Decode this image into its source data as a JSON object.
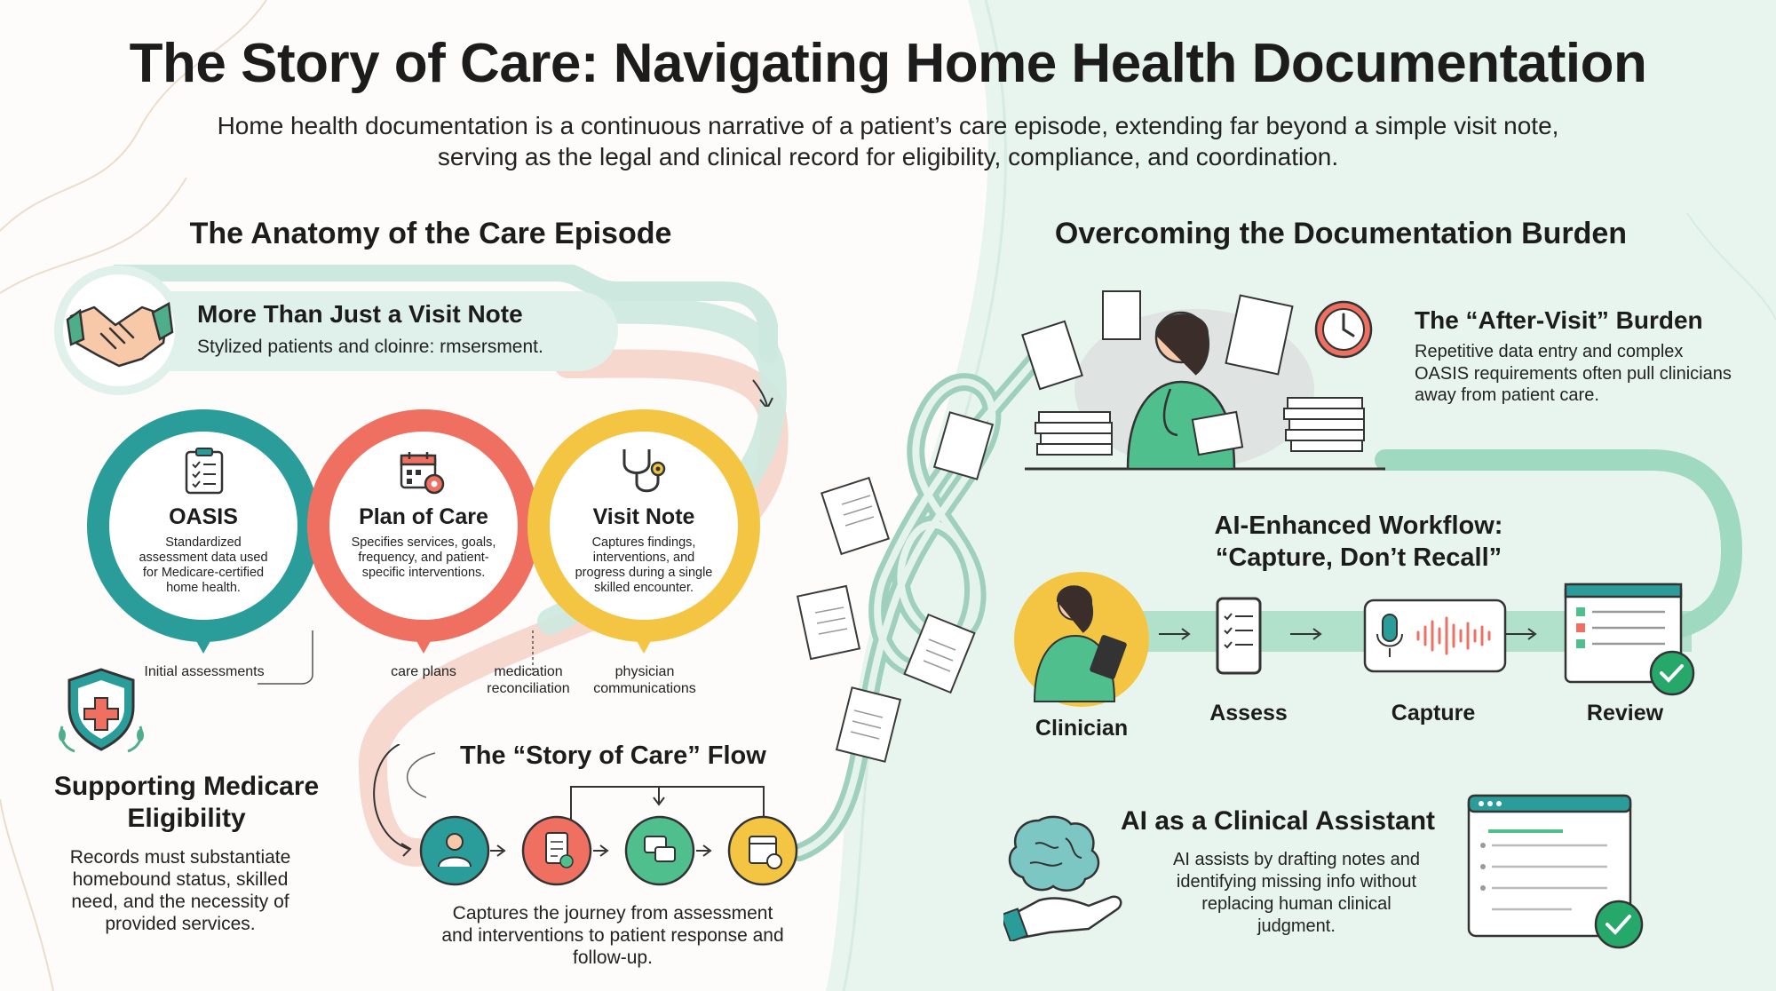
{
  "title": "The Story of Care: Navigating Home Health Documentation",
  "subtitle": "Home health documentation is a continuous narrative of a patient’s care episode, extending far beyond a simple visit note, serving as the legal and clinical record for eligibility, compliance, and coordination.",
  "left": {
    "heading": "The Anatomy of the Care Episode",
    "visit_card": {
      "title": "More Than Just a Visit Note",
      "text": "Stylized patients and cloinre: rmsersment."
    },
    "circles": [
      {
        "title": "OASIS",
        "text": "Standardized assessment data used for Medicare-certified home health.",
        "color": "#2a9d9b"
      },
      {
        "title": "Plan of Care",
        "text": "Specifies services, goals, frequency, and patient-specific interventions.",
        "color": "#ef7060"
      },
      {
        "title": "Visit Note",
        "text": "Captures findings, interventions, and progress during a single skilled encounter.",
        "color": "#f4c443"
      }
    ],
    "tags": [
      "Initial assessments",
      "care plans",
      "medication reconciliation",
      "physician communications"
    ],
    "medicare": {
      "title": "Supporting Medicare Eligibility",
      "text": "Records must substantiate homebound status, skilled need, and the necessity of provided services."
    },
    "flow": {
      "title": "The “Story of Care” Flow",
      "text": "Captures the journey from assessment and interventions to patient response and follow-up."
    }
  },
  "right": {
    "heading": "Overcoming the Documentation Burden",
    "burden": {
      "title": "The “After-Visit” Burden",
      "text": "Repetitive data entry and complex OASIS requirements often pull clinicians away from patient care."
    },
    "workflow": {
      "title": "AI-Enhanced Workflow: “Capture, Don’t Recall”",
      "steps": [
        "Clinician",
        "Assess",
        "Capture",
        "Review"
      ]
    },
    "assistant": {
      "title": "AI as a Clinical Assistant",
      "text": "AI assists by drafting notes and identifying missing info without replacing human clinical judgment."
    }
  },
  "colors": {
    "teal": "#2a9d9b",
    "coral": "#ef7060",
    "yellow": "#f4c443",
    "mint": "#9fd9bf",
    "green": "#27a86b"
  }
}
